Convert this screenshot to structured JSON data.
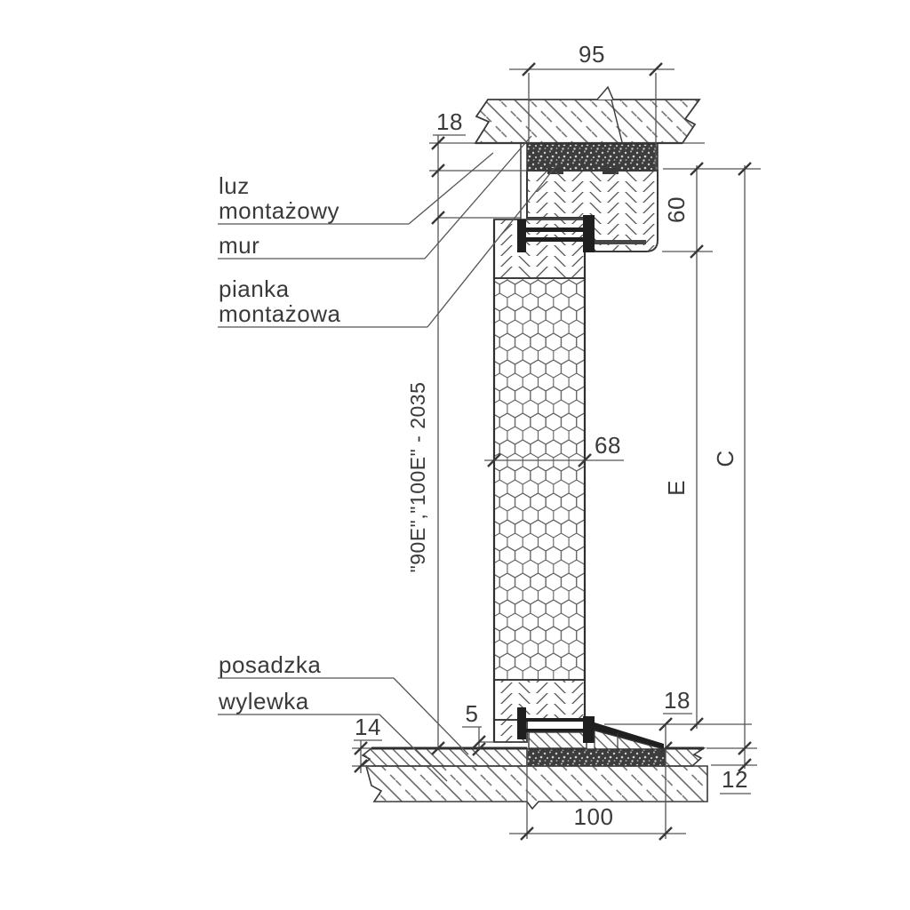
{
  "drawing": {
    "title": "door frame installation vertical section detail",
    "labels": {
      "luz1": "luz",
      "luz2": "montażowy",
      "mur": "mur",
      "pianka1": "pianka",
      "pianka2": "montażowa",
      "posadzka": "posadzka",
      "wylewka": "wylewka"
    },
    "dims": {
      "width95": "95",
      "clearance18": "18",
      "frame60": "60",
      "leaf68": "68",
      "height_code": "\"90E\",\"100E\" - 2035",
      "passage_e": "E",
      "total_c": "C",
      "gap5": "5",
      "threshold18": "18",
      "floor14": "14",
      "floor12": "12",
      "foam100": "100"
    },
    "colors": {
      "line": "#3a3a3a",
      "dimline": "#555555",
      "hatch": "#5c5c5c",
      "foam_fill": "#3d3d3d",
      "seal_black": "#1f1f1f",
      "background": "#ffffff"
    }
  }
}
